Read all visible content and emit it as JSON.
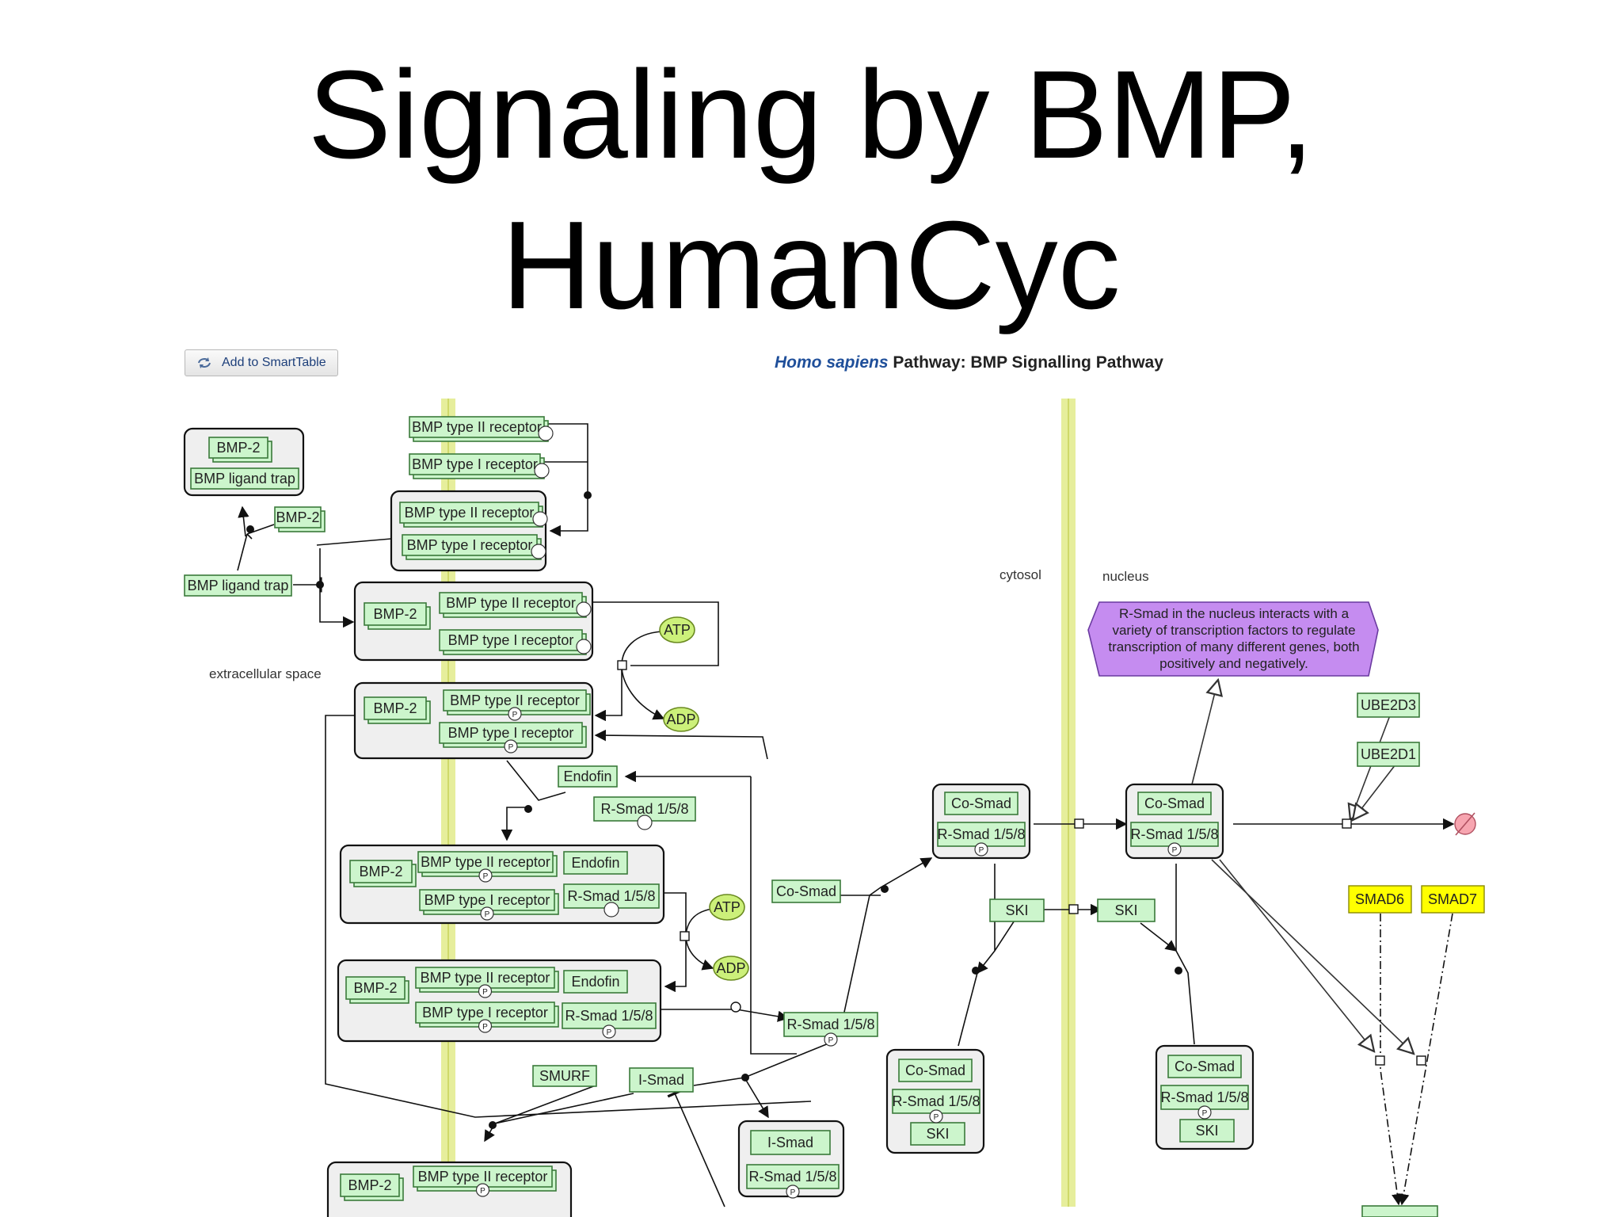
{
  "slide": {
    "title_line1": "Signaling by BMP,",
    "title_line2": "HumanCyc"
  },
  "toolbar": {
    "add_to_smarttable_label": "Add to SmartTable",
    "add_icon": "refresh-arrows-icon"
  },
  "pathway": {
    "species": "Homo sapiens",
    "title": "Pathway: BMP Signalling Pathway"
  },
  "compartments": {
    "extracellular": "extracellular space",
    "cytosol": "cytosol",
    "nucleus": "nucleus"
  },
  "note": {
    "line1": "R-Smad in the nucleus interacts with a",
    "line2": "variety of transcription factors to regulate",
    "line3": "transcription of many different genes, both",
    "line4": "positively and negatively."
  },
  "entities": {
    "bmp2": "BMP-2",
    "bmp_ligand_trap": "BMP ligand trap",
    "bmp_type2_receptor": "BMP type II receptor",
    "bmp_type1_receptor": "BMP type I receptor",
    "atp": "ATP",
    "adp": "ADP",
    "endofin": "Endofin",
    "r_smad": "R-Smad 1/5/8",
    "co_smad": "Co-Smad",
    "ski": "SKI",
    "smurf": "SMURF",
    "i_smad": "I-Smad",
    "ube2d3": "UBE2D3",
    "ube2d1": "UBE2D1",
    "smad6": "SMAD6",
    "smad7": "SMAD7",
    "phospho": "P"
  },
  "colors": {
    "entity_fill": "#ccf5cc",
    "entity_stroke": "#3a7a3a",
    "complex_fill": "#f0f0f0",
    "small_molecule_fill": "#ccf07a",
    "membrane": "#e6ee9c",
    "note_fill": "#c58cf0",
    "gene_fill": "#ffff00",
    "degradation_fill": "#f7a5b0"
  }
}
